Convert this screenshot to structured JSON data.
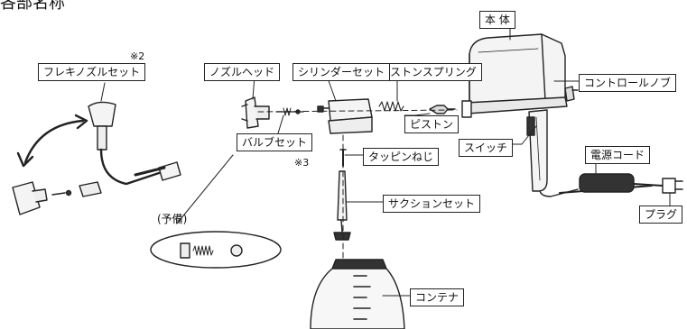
{
  "title": "各部名称",
  "parts": {
    "honntai": "本 体",
    "control_knob": "コントロールノブ",
    "power_cord": "電源コード",
    "plug": "プラグ",
    "switch": "スイッチ",
    "piston": "ピストン",
    "piston_spring": "ピストンスプリング",
    "cylinder_set": "シリンダーセット",
    "nozzle_head": "ノズルヘッド",
    "flexi_nozzle_set": "フレキノズルセット",
    "valve_set": "バルブセット",
    "tapping_screw": "タッピンねじ",
    "suction_set": "サクションセット",
    "container": "コンテナ",
    "spare": "(予備)"
  },
  "notes": {
    "note2": "※2",
    "note3": "※3"
  },
  "colors": {
    "line": "#222222",
    "fill": "#f2f2f2",
    "dark": "#333333"
  }
}
